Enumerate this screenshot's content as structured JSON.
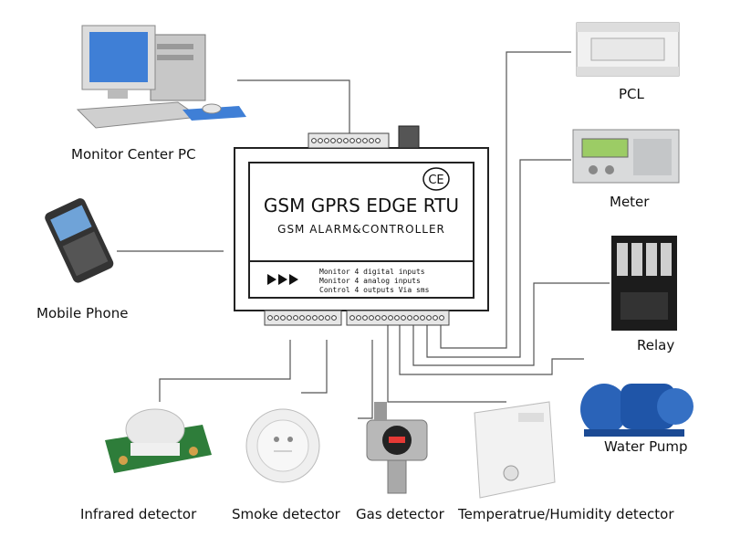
{
  "device": {
    "mark": "CE",
    "title": "GSM GPRS EDGE RTU",
    "subtitle": "GSM ALARM&CONTROLLER",
    "features": [
      "Monitor 4 digital inputs",
      "Monitor 4 analog inputs",
      "Control 4 outputs Via sms"
    ]
  },
  "labels": {
    "pc": "Monitor Center PC",
    "phone": "Mobile Phone",
    "pcl": "PCL",
    "meter": "Meter",
    "relay": "Relay",
    "pump": "Water Pump",
    "infrared": "Infrared detector",
    "smoke": "Smoke detector",
    "gas": "Gas detector",
    "temp": "Temperatrue/Humidity detector"
  },
  "colors": {
    "line": "#555555",
    "device_outline": "#222222",
    "pump_blue": "#2a63b8",
    "pcb_green": "#2e7d3a",
    "meter_display": "#9ccc65"
  }
}
